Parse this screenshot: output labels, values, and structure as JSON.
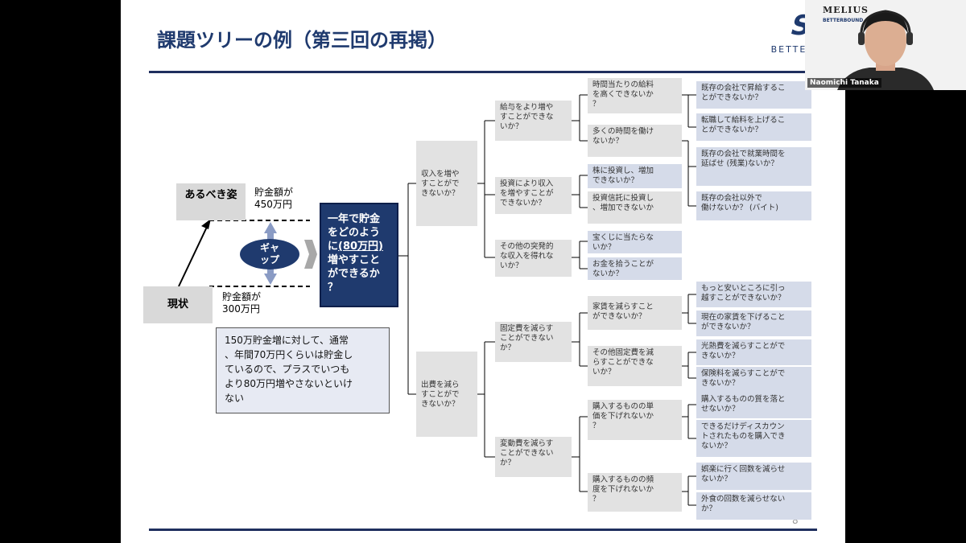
{
  "slide": {
    "title": "課題ツリーの例（第三回の再掲）",
    "logo_text": "BETTERBO",
    "page_number": "8",
    "ideal": "あるべき姿",
    "ideal_savings": "貯金額が\n450万円",
    "current": "現状",
    "current_savings": "貯金額が\n300万円",
    "gap": "ギャ\nップ",
    "goal_pre": "一年で貯金\nをどのよう\nに",
    "goal_emph": "(80万円)",
    "goal_post": "\n増やすこと\nができるか\n？",
    "note": "150万貯金増に対して、通常\n、年間70万円くらいは貯金し\nているので、プラスでいつも\nより80万円増やさないといけ\nない"
  },
  "tree": {
    "l1": [
      "収入を増や\nすことがで\nきないか？",
      "出費を減ら\nすことがで\nきないか？"
    ],
    "l2": [
      "給与をより増や\nすことができな\nいか？",
      "投資により収入\nを増やすことが\nできないか？",
      "その他の突発的\nな収入を得れな\nいか？",
      "固定費を減らす\nことができない\nか？",
      "変動費を減らす\nことができない\nか？"
    ],
    "l3": [
      "時間当たりの給料\nを高くできないか\n？",
      "多くの時間を働け\nないか？",
      "株に投資し、増加\nできないか？",
      "投資信託に投資し\n、増加できないか",
      "宝くじに当たらな\nいか？",
      "お金を拾うことが\nないか？",
      "家賃を減らすこと\nができないか？",
      "その他固定費を減\nらすことができな\nいか？",
      "購入するものの単\n価を下げれないか\n？",
      "購入するものの頻\n度を下げれないか\n？"
    ],
    "l4": [
      "既存の会社で昇給するこ\nとができないか？",
      "転職して給料を上げるこ\nとができないか？",
      "既存の会社で就業時間を\n延ばせ (残業)ないか？",
      "既存の会社以外で\n働けないか？ (バイト)",
      "もっと安いところに引っ\n越すことができないか？",
      "現在の家賃を下げること\nができないか？",
      "光熱費を減らすことがで\nきないか？",
      "保険料を減らすことがで\nきないか？",
      "購入するものの質を落と\nせないか？",
      "できるだけディスカウン\nトされたものを購入でき\nないか？",
      "娯楽に行く回数を減らせ\nないか？",
      "外食の回数を減らせない\nか？"
    ]
  },
  "participant": {
    "name": "Naomichi Tanaka",
    "brand": "MELIUS",
    "brand_sub": "BETTERBOUND"
  }
}
